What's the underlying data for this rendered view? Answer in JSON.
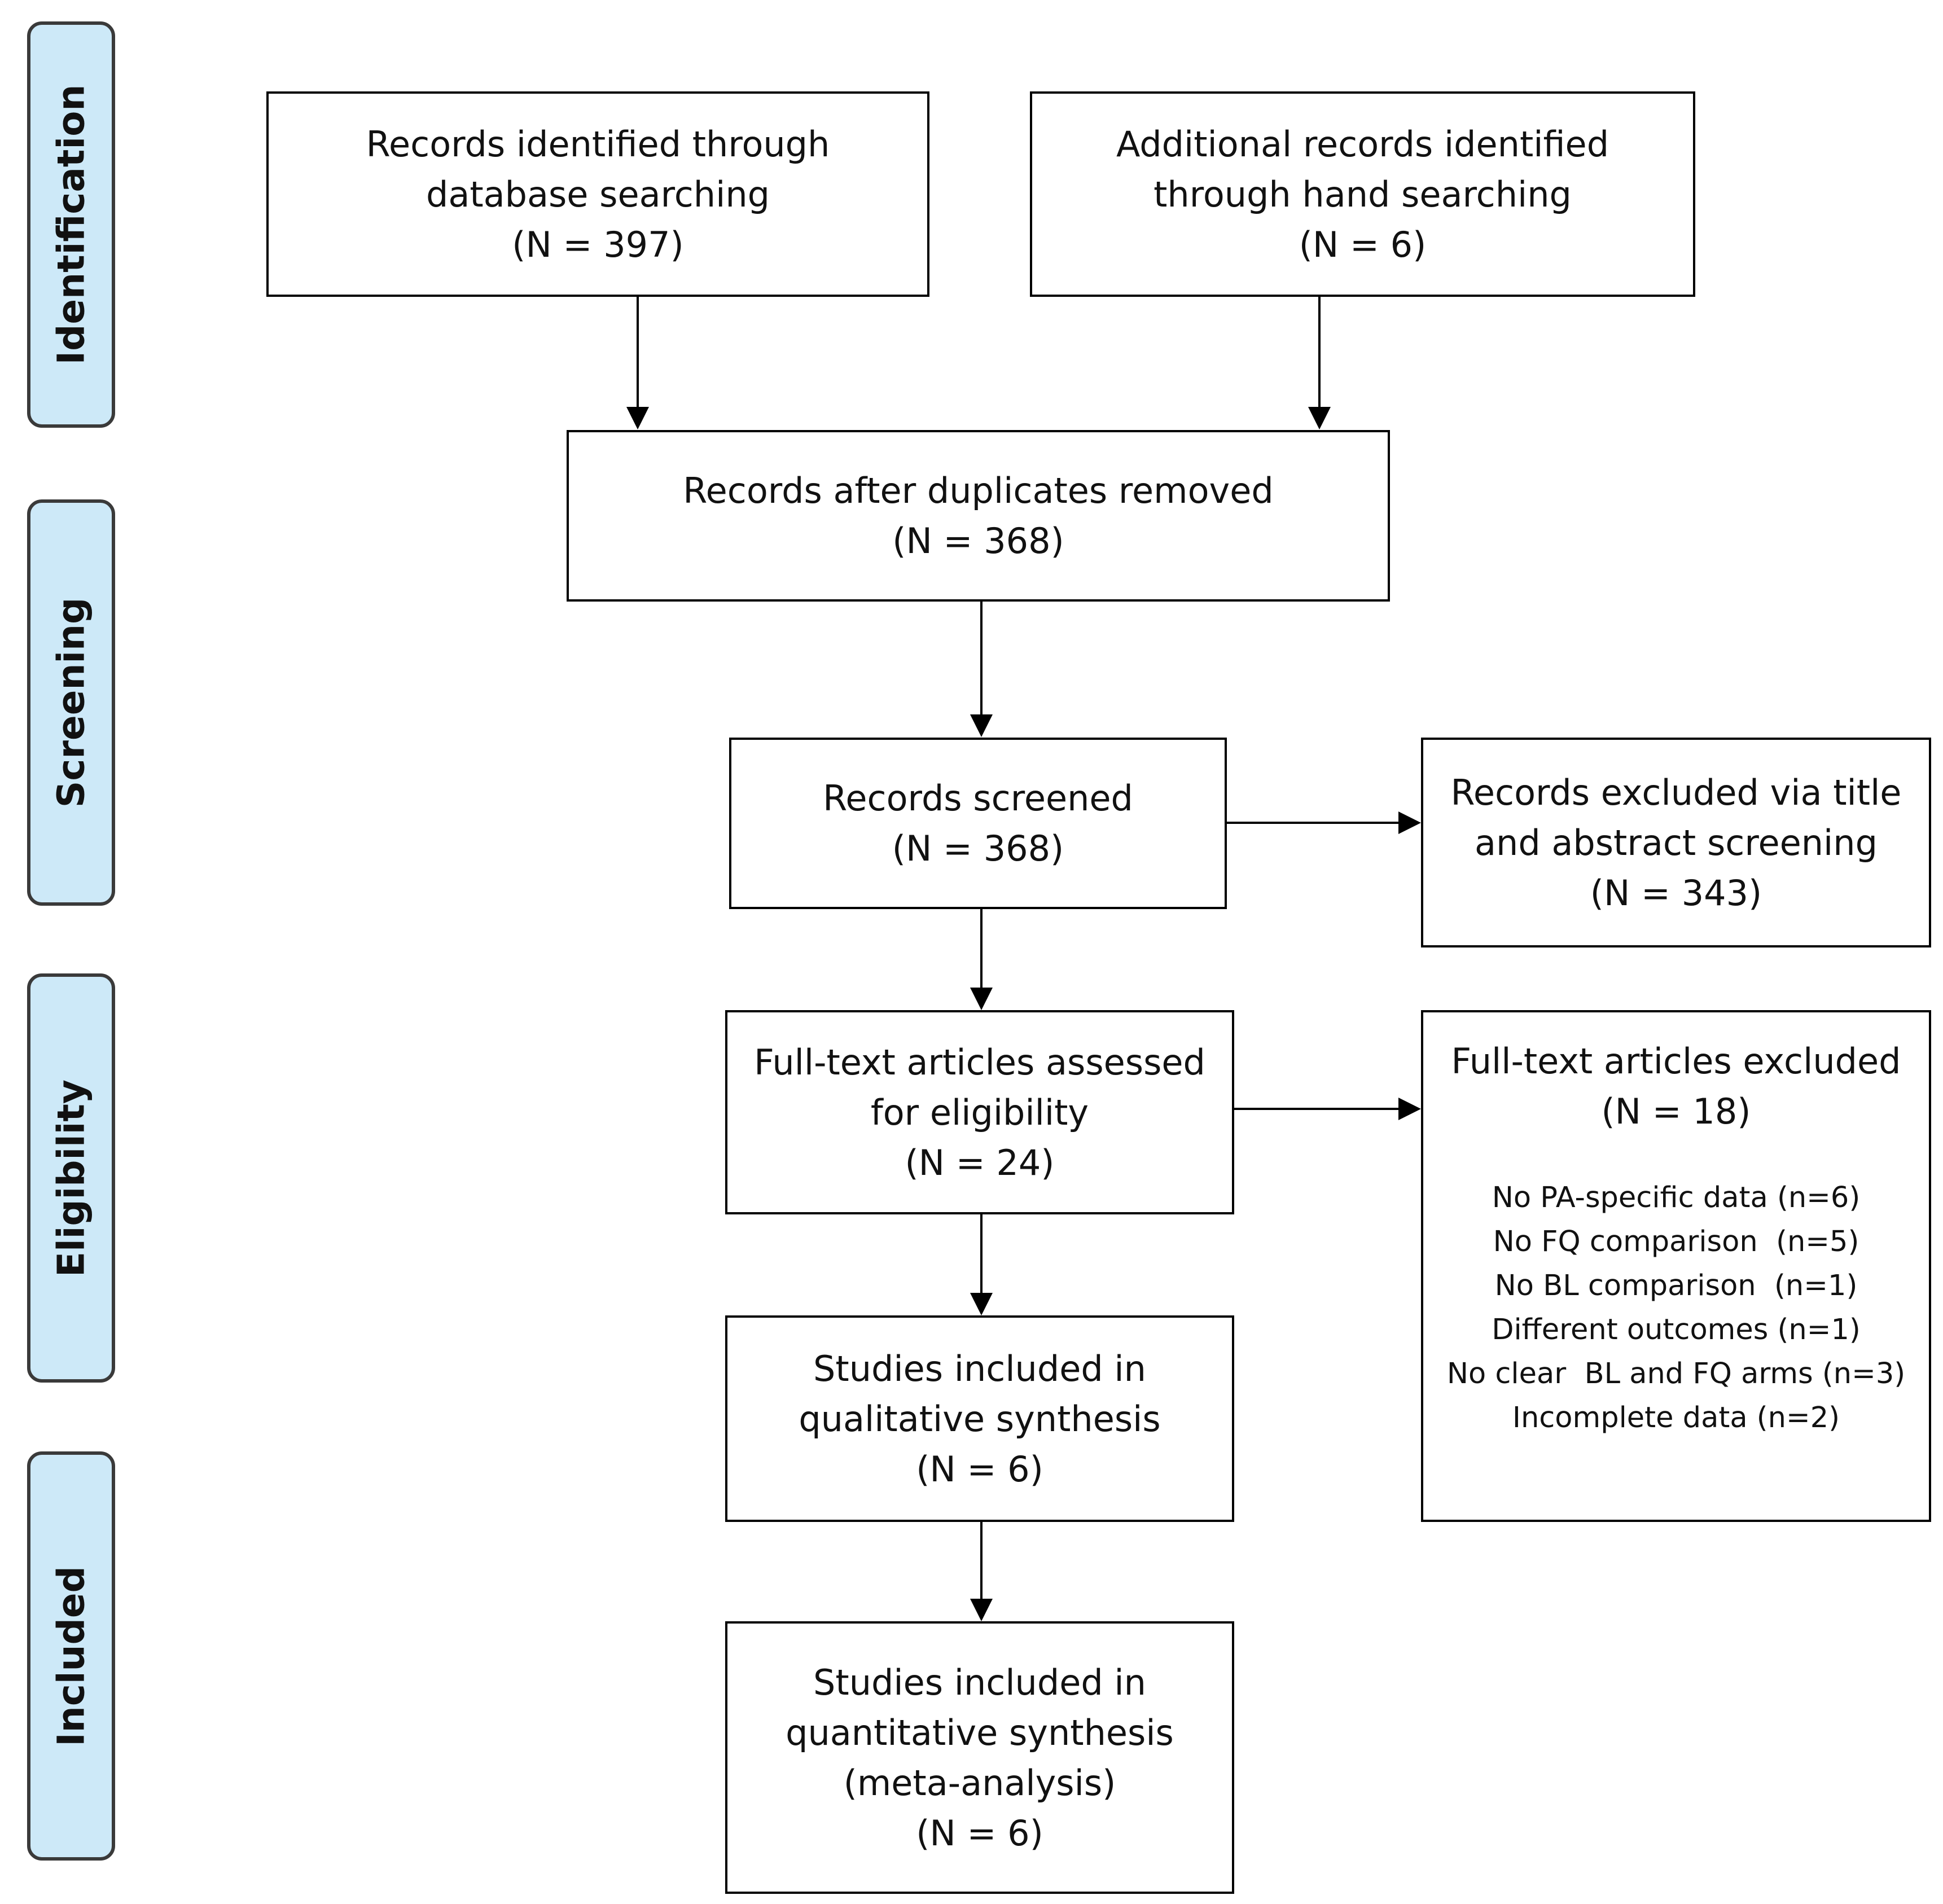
{
  "stages": {
    "identification": "Identification",
    "screening": "Screening",
    "eligibility": "Eligibility",
    "included": "Included"
  },
  "boxes": {
    "database": {
      "line1": "Records identified through",
      "line2": "database searching",
      "count": "(N = 397)"
    },
    "hand": {
      "line1": "Additional records identified",
      "line2": "through hand searching",
      "count": "(N = 6)"
    },
    "duplicates": {
      "line1": "Records after duplicates removed",
      "count": "(N = 368)"
    },
    "screened": {
      "line1": "Records screened",
      "count": "(N = 368)"
    },
    "excluded_title": {
      "line1": "Records excluded via title",
      "line2": "and abstract screening",
      "count": "(N = 343)"
    },
    "fulltext": {
      "line1": "Full-text articles assessed",
      "line2": "for eligibility",
      "count": "(N = 24)"
    },
    "fulltext_excluded": {
      "line1": "Full-text articles excluded",
      "count": "(N = 18)",
      "reasons": [
        "No PA-specific data (n=6)",
        "No FQ comparison  (n=5)",
        "No BL comparison  (n=1)",
        "Different outcomes (n=1)",
        "No clear  BL and FQ arms (n=3)",
        "Incomplete data (n=2)"
      ]
    },
    "qualitative": {
      "line1": "Studies included in",
      "line2": "qualitative synthesis",
      "count": "(N = 6)"
    },
    "quantitative": {
      "line1": "Studies included in",
      "line2": "quantitative synthesis",
      "line3": "(meta-analysis)",
      "count": "(N = 6)"
    }
  }
}
